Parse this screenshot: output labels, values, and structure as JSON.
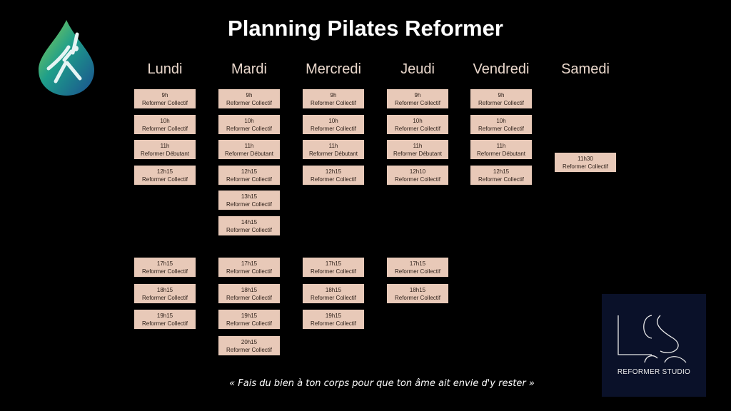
{
  "title": "Planning Pilates Reformer",
  "quote": "« Fais du bien à ton corps pour que ton âme ait envie d'y rester »",
  "studio": {
    "name": "REFORMER STUDIO",
    "monogram": "LDS"
  },
  "colors": {
    "slot_bg": "#e8c9b8",
    "day_text": "#ead8cc",
    "studio_bg": "#0a1129"
  },
  "days": [
    {
      "name": "Lundi",
      "morning": [
        {
          "time": "9h",
          "class": "Reformer Collectif"
        },
        {
          "time": "10h",
          "class": "Reformer Collectif"
        },
        {
          "time": "11h",
          "class": "Reformer Débutant"
        },
        {
          "time": "12h15",
          "class": "Reformer Collectif"
        }
      ],
      "evening": [
        {
          "time": "17h15",
          "class": "Reformer Collectif"
        },
        {
          "time": "18h15",
          "class": "Reformer Collectif"
        },
        {
          "time": "19h15",
          "class": "Reformer Collectif"
        }
      ]
    },
    {
      "name": "Mardi",
      "morning": [
        {
          "time": "9h",
          "class": "Reformer Collectif"
        },
        {
          "time": "10h",
          "class": "Reformer Collectif"
        },
        {
          "time": "11h",
          "class": "Reformer Débutant"
        },
        {
          "time": "12h15",
          "class": "Reformer Collectif"
        },
        {
          "time": "13h15",
          "class": "Reformer Collectif"
        },
        {
          "time": "14h15",
          "class": "Reformer Collectif"
        }
      ],
      "evening": [
        {
          "time": "17h15",
          "class": "Reformer Collectif"
        },
        {
          "time": "18h15",
          "class": "Reformer Collectif"
        },
        {
          "time": "19h15",
          "class": "Reformer Collectif"
        },
        {
          "time": "20h15",
          "class": "Reformer Collectif"
        }
      ]
    },
    {
      "name": "Mercredi",
      "morning": [
        {
          "time": "9h",
          "class": "Reformer Collectif"
        },
        {
          "time": "10h",
          "class": "Reformer Collectif"
        },
        {
          "time": "11h",
          "class": "Reformer Débutant"
        },
        {
          "time": "12h15",
          "class": "Reformer Collectif"
        }
      ],
      "evening": [
        {
          "time": "17h15",
          "class": "Reformer Collectif"
        },
        {
          "time": "18h15",
          "class": "Reformer Collectif"
        },
        {
          "time": "19h15",
          "class": "Reformer Collectif"
        }
      ]
    },
    {
      "name": "Jeudi",
      "morning": [
        {
          "time": "9h",
          "class": "Reformer Collectif"
        },
        {
          "time": "10h",
          "class": "Reformer Collectif"
        },
        {
          "time": "11h",
          "class": "Reformer Débutant"
        },
        {
          "time": "12h10",
          "class": "Reformer Collectif"
        }
      ],
      "evening": [
        {
          "time": "17h15",
          "class": "Reformer Collectif"
        },
        {
          "time": "18h15",
          "class": "Reformer Collectif"
        }
      ]
    },
    {
      "name": "Vendredi",
      "morning": [
        {
          "time": "9h",
          "class": "Reformer Collectif"
        },
        {
          "time": "10h",
          "class": "Reformer Collectif"
        },
        {
          "time": "11h",
          "class": "Reformer Débutant"
        },
        {
          "time": "12h15",
          "class": "Reformer Collectif"
        }
      ],
      "evening": []
    },
    {
      "name": "Samedi",
      "morning": [
        {
          "time": "11h30",
          "class": "Reformer Collectif"
        }
      ],
      "evening": []
    }
  ]
}
